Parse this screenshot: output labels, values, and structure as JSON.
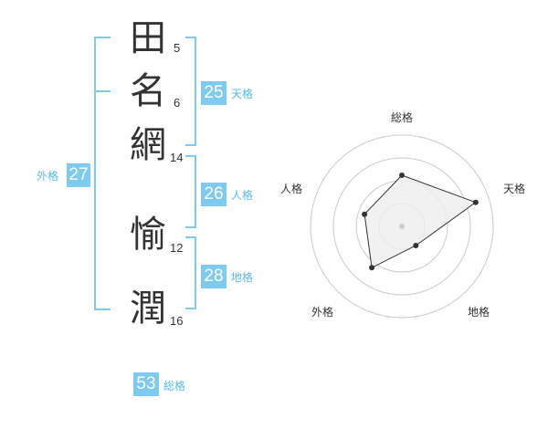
{
  "name": {
    "chars": [
      {
        "char": "田",
        "strokes": "5"
      },
      {
        "char": "名",
        "strokes": "6"
      },
      {
        "char": "網",
        "strokes": "14"
      },
      {
        "char": "愉",
        "strokes": "12"
      },
      {
        "char": "潤",
        "strokes": "16"
      }
    ]
  },
  "fortunes": {
    "tenkaku": {
      "label": "天格",
      "value": "25"
    },
    "jinkaku": {
      "label": "人格",
      "value": "26"
    },
    "chikaku": {
      "label": "地格",
      "value": "28"
    },
    "gaikaku": {
      "label": "外格",
      "value": "27"
    },
    "soukaku": {
      "label": "総格",
      "value": "53"
    }
  },
  "chart_data": {
    "type": "radar",
    "axes": [
      "総格",
      "天格",
      "地格",
      "外格",
      "人格"
    ],
    "rings": 4,
    "values": [
      0.56,
      0.85,
      0.26,
      0.56,
      0.43
    ],
    "colors": {
      "fill": "#eeeeee",
      "stroke": "#333333",
      "grid": "#cccccc",
      "center": "#cccccc"
    }
  }
}
